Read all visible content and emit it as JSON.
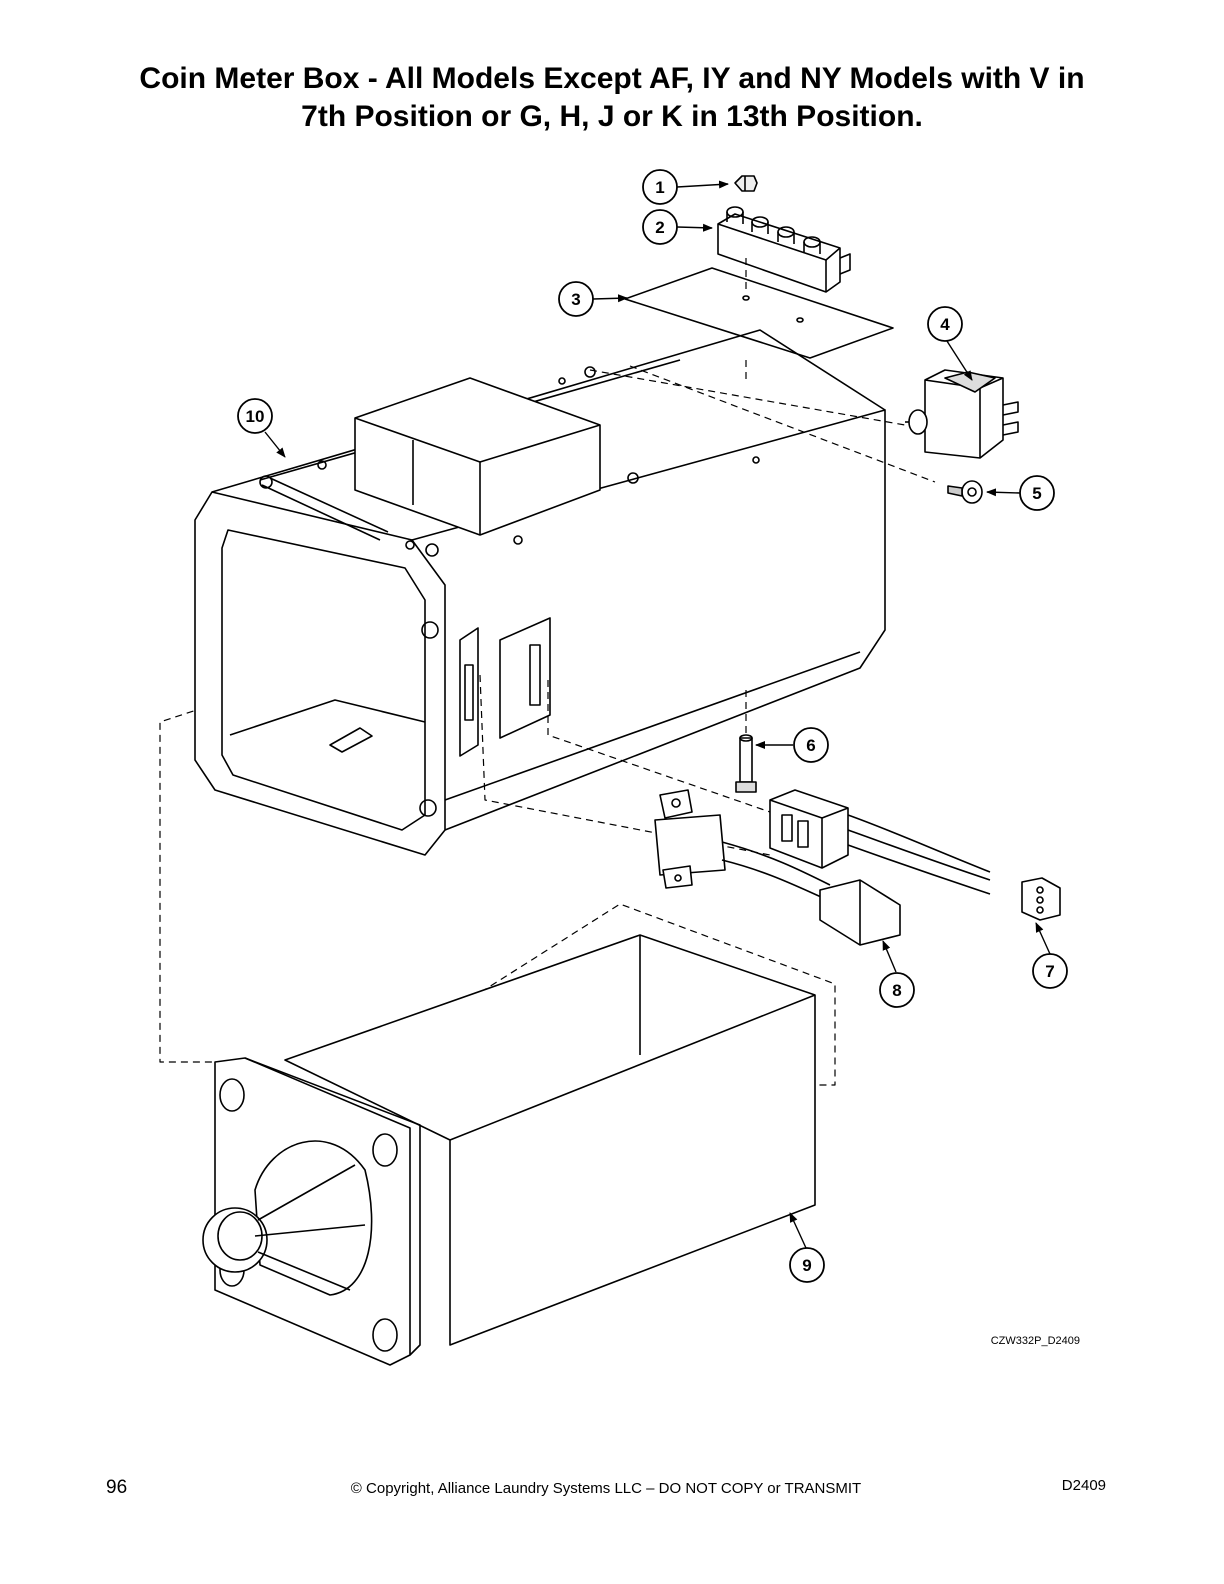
{
  "page": {
    "title_line1": "Coin Meter Box - All Models Except AF, IY and NY Models with V in",
    "title_line2": "7th Position or G, H, J or K in 13th Position.",
    "figure_id": "CZW332P_D2409",
    "page_number": "96",
    "copyright": "© Copyright, Alliance Laundry Systems LLC – DO NOT COPY or TRANSMIT",
    "doc_code": "D2409"
  },
  "callouts": [
    {
      "id": "callout-1",
      "label": "1"
    },
    {
      "id": "callout-2",
      "label": "2"
    },
    {
      "id": "callout-3",
      "label": "3"
    },
    {
      "id": "callout-4",
      "label": "4"
    },
    {
      "id": "callout-5",
      "label": "5"
    },
    {
      "id": "callout-6",
      "label": "6"
    },
    {
      "id": "callout-7",
      "label": "7"
    },
    {
      "id": "callout-8",
      "label": "8"
    },
    {
      "id": "callout-9",
      "label": "9"
    },
    {
      "id": "callout-10",
      "label": "10"
    }
  ],
  "colors": {
    "line": "#000000",
    "paper": "#ffffff",
    "shade": "#cfcfcf"
  }
}
